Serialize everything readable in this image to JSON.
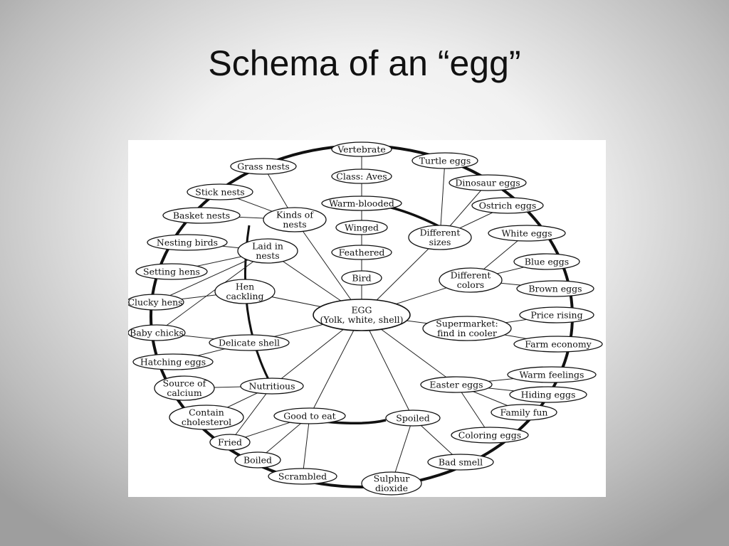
{
  "slide": {
    "title": "Schema of an “egg”"
  },
  "diagram": {
    "center": {
      "lines": [
        "EGG",
        "(Yolk, white, shell)"
      ]
    },
    "nodes": {
      "vertebrate": [
        "Vertebrate"
      ],
      "class_aves": [
        "Class: Aves"
      ],
      "warm_blooded": [
        "Warm-blooded"
      ],
      "winged": [
        "Winged"
      ],
      "feathered": [
        "Feathered"
      ],
      "bird": [
        "Bird"
      ],
      "turtle_eggs": [
        "Turtle eggs"
      ],
      "dinosaur_eggs": [
        "Dinosaur eggs"
      ],
      "ostrich_eggs": [
        "Ostrich eggs"
      ],
      "different_sizes": [
        "Different",
        "sizes"
      ],
      "white_eggs": [
        "White eggs"
      ],
      "blue_eggs": [
        "Blue eggs"
      ],
      "different_colors": [
        "Different",
        "colors"
      ],
      "brown_eggs": [
        "Brown eggs"
      ],
      "price_rising": [
        "Price rising"
      ],
      "supermarket": [
        "Supermarket:",
        "find in cooler"
      ],
      "farm_economy": [
        "Farm economy"
      ],
      "warm_feelings": [
        "Warm feelings"
      ],
      "easter_eggs": [
        "Easter eggs"
      ],
      "hiding_eggs": [
        "Hiding eggs"
      ],
      "family_fun": [
        "Family fun"
      ],
      "coloring_eggs": [
        "Coloring eggs"
      ],
      "bad_smell": [
        "Bad smell"
      ],
      "spoiled": [
        "Spoiled"
      ],
      "sulphur_dioxide": [
        "Sulphur",
        "dioxide"
      ],
      "scrambled": [
        "Scrambled"
      ],
      "good_to_eat": [
        "Good to eat"
      ],
      "boiled": [
        "Boiled"
      ],
      "fried": [
        "Fried"
      ],
      "contain_cholesterol": [
        "Contain",
        "cholesterol"
      ],
      "nutritious": [
        "Nutritious"
      ],
      "source_of_calcium": [
        "Source of",
        "calcium"
      ],
      "hatching_eggs": [
        "Hatching eggs"
      ],
      "delicate_shell": [
        "Delicate shell"
      ],
      "baby_chicks": [
        "Baby chicks"
      ],
      "clucky_hens": [
        "Clucky hens"
      ],
      "hen_cackling": [
        "Hen",
        "cackling"
      ],
      "setting_hens": [
        "Setting hens"
      ],
      "laid_in_nests": [
        "Laid in",
        "nests"
      ],
      "nesting_birds": [
        "Nesting birds"
      ],
      "basket_nests": [
        "Basket nests"
      ],
      "kinds_of_nests": [
        "Kinds of",
        "nests"
      ],
      "stick_nests": [
        "Stick nests"
      ],
      "grass_nests": [
        "Grass nests"
      ]
    }
  }
}
